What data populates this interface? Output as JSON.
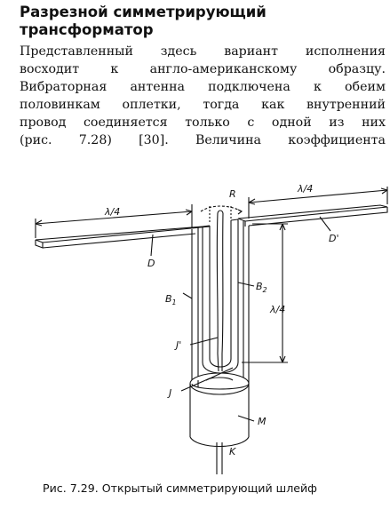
{
  "heading": {
    "line1": "Разрезной симметрирующий",
    "line2": "трансформатор"
  },
  "paragraph": {
    "lines": [
      "Представленный здесь вариант исполнения",
      "восходит к англо-американскому образцу.",
      "Вибраторная антенна подключена к обеим",
      "половинкам оплетки, тогда как внутренний",
      "провод соединяется только с одной из них",
      "(рис. 7.28) [30]. Величина коэффициента"
    ]
  },
  "figure": {
    "labels": {
      "lambda_left": "λ/4",
      "lambda_right": "λ/4",
      "lambda_vertical": "λ/4",
      "R": "R",
      "D": "D",
      "D_prime": "D'",
      "B1": "B",
      "B1_sub": "1",
      "B2": "B",
      "B2_sub": "2",
      "J_prime": "J'",
      "J": "J",
      "M": "M",
      "K": "K"
    }
  },
  "caption": "Рис. 7.29. Открытый симметрирующий шлейф"
}
